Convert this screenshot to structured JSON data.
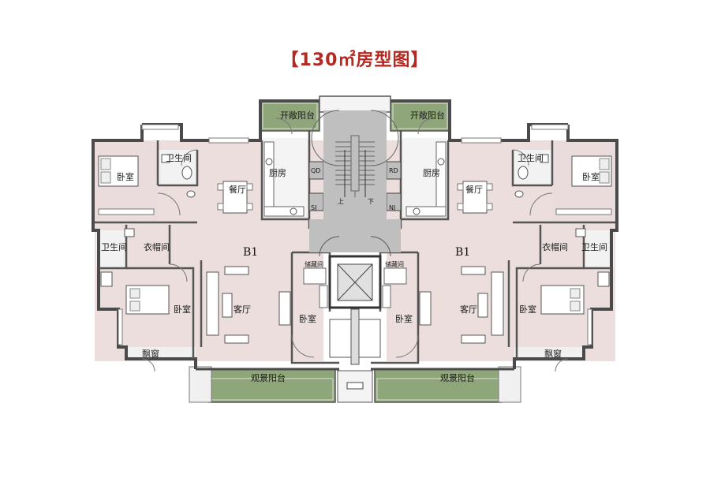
{
  "title": "【130㎡房型图】",
  "colors": {
    "accent": "#b22a22",
    "balcony": "#8fa67a",
    "floor": "#ebdedd",
    "core": "#bfbfbf",
    "wall": "#4a4a4a"
  },
  "labels": {
    "open_balcony": "开敞阳台",
    "kitchen": "厨房",
    "dining": "餐厅",
    "bathroom": "卫生间",
    "bedroom": "卧室",
    "cloakroom": "衣帽间",
    "living": "客厅",
    "bay_window": "飘窗",
    "view_balcony": "观景阳台",
    "storage": "储藏间",
    "unit": "B1",
    "shaft_qd": "QD",
    "shaft_rd": "RD",
    "shaft_sj": "SJ",
    "shaft_nj": "NJ",
    "stair_up": "上",
    "stair_down": "下"
  }
}
